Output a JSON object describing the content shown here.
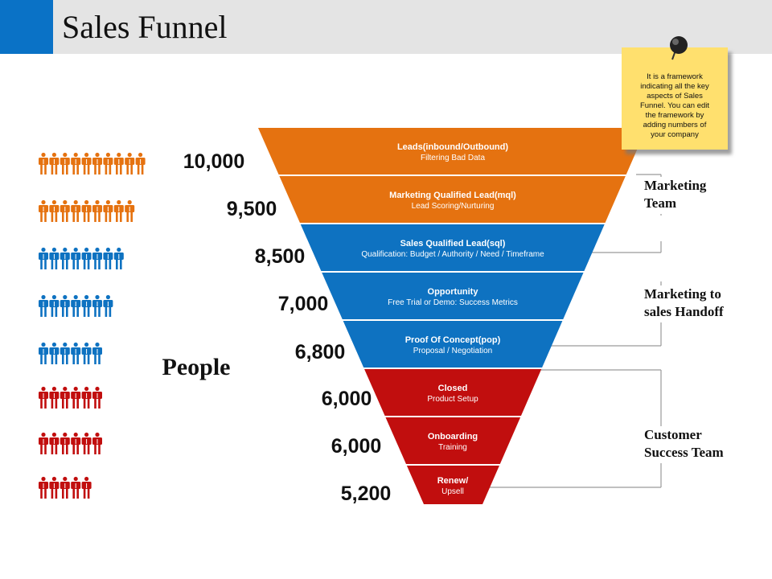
{
  "title": "Sales Funnel",
  "people_label": "People",
  "note": {
    "lines": [
      "It is a framework",
      "indicating all the key",
      "aspects of Sales",
      "Funnel. You can edit",
      "the  framework by",
      "adding  numbers of",
      "your company"
    ]
  },
  "colors": {
    "orange": "#e57210",
    "blue": "#0e72c1",
    "red": "#c10e0e",
    "accent": "#0a72c6",
    "note": "#ffe06e"
  },
  "stages": [
    {
      "title": "Leads(inbound/Outbound)",
      "subtitle": "Filtering Bad Data",
      "count": "10,000",
      "color": "orange",
      "people": 10
    },
    {
      "title": "Marketing Qualified Lead(mql)",
      "subtitle": "Lead Scoring/Nurturing",
      "count": "9,500",
      "color": "orange",
      "people": 9
    },
    {
      "title": "Sales Qualified Lead(sql)",
      "subtitle": "Qualification: Budget / Authority / Need / Timeframe",
      "count": "8,500",
      "color": "blue",
      "people": 8
    },
    {
      "title": "Opportunity",
      "subtitle": "Free Trial or Demo: Success Metrics",
      "count": "7,000",
      "color": "blue",
      "people": 7
    },
    {
      "title": "Proof Of Concept(pop)",
      "subtitle": "Proposal / Negotiation",
      "count": "6,800",
      "color": "blue",
      "people": 6
    },
    {
      "title": "Closed",
      "subtitle": "Product Setup",
      "count": "6,000",
      "color": "red",
      "people": 6
    },
    {
      "title": "Onboarding",
      "subtitle": "Training",
      "count": "6,000",
      "color": "red",
      "people": 6
    },
    {
      "title": "Renew/",
      "subtitle": "Upsell",
      "count": "5,200",
      "color": "red",
      "people": 5
    }
  ],
  "teams": [
    {
      "lines": [
        "Marketing",
        "Team"
      ]
    },
    {
      "lines": [
        "Marketing to",
        "sales Handoff"
      ]
    },
    {
      "lines": [
        "Customer",
        "Success Team"
      ]
    }
  ]
}
